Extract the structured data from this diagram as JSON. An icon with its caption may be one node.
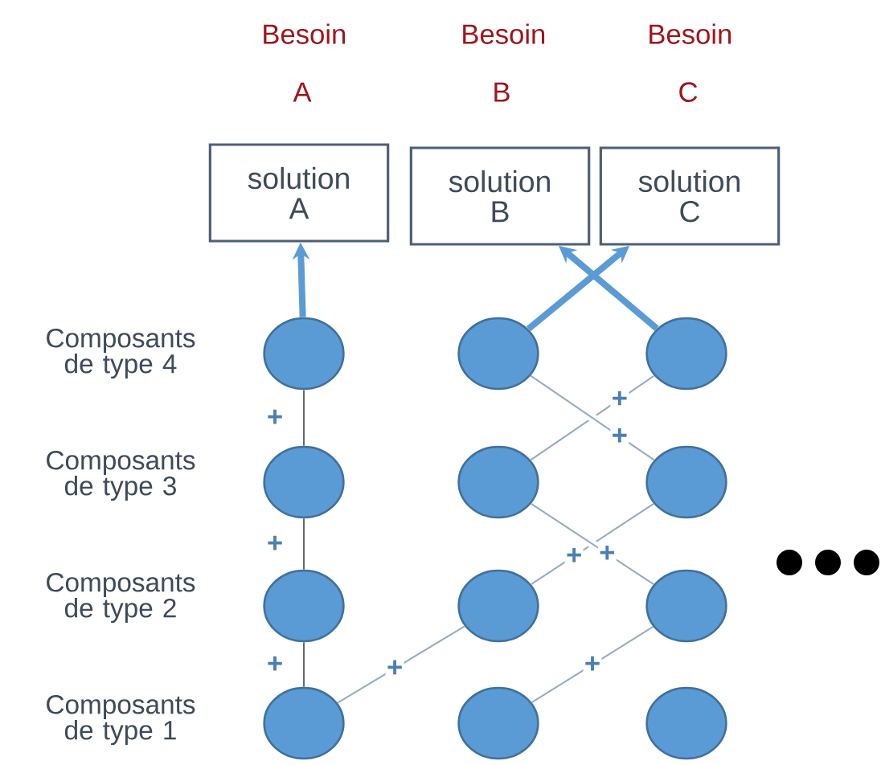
{
  "diagram": {
    "nodes": [
      {
        "text": [
          "solution A"
        ]
      },
      {
        "text": [
          "solution B"
        ]
      },
      {
        "text": [
          "solution C"
        ]
      },
      {
        "text": [],
        "shape": "circle"
      },
      {
        "text": [],
        "shape": "circle"
      },
      {
        "text": [],
        "shape": "circle"
      },
      {
        "text": [],
        "shape": "circle"
      },
      {
        "text": [],
        "shape": "circle"
      },
      {
        "text": [],
        "shape": "circle"
      },
      {
        "text": [],
        "shape": "circle"
      },
      {
        "text": [],
        "shape": "circle"
      },
      {
        "text": [],
        "shape": "circle"
      },
      {
        "text": [],
        "shape": "circle"
      },
      {
        "text": [],
        "shape": "circle"
      },
      {
        "text": [],
        "shape": "circle"
      }
    ],
    "edges": [
      {
        "from": 3,
        "to": 0,
        "arrow": "to",
        "style": "thick",
        "color": "#5b9bd5"
      },
      {
        "from": 4,
        "to": 2,
        "arrow": "to",
        "style": "thick",
        "color": "#5b9bd5"
      },
      {
        "from": 5,
        "to": 1,
        "arrow": "to",
        "style": "thick",
        "color": "#5b9bd5"
      },
      {
        "from": 3,
        "to": 6,
        "arrow": "none",
        "label": "+",
        "color": "#6b6b6b"
      },
      {
        "from": 6,
        "to": 9,
        "arrow": "none",
        "label": "+",
        "color": "#6b6b6b"
      },
      {
        "from": 9,
        "to": 12,
        "arrow": "none",
        "label": "+",
        "color": "#6b6b6b"
      },
      {
        "from": 12,
        "to": 10,
        "arrow": "none",
        "label": "+"
      },
      {
        "from": 10,
        "to": 8,
        "arrow": "none",
        "label": "+"
      },
      {
        "from": 7,
        "to": 5,
        "arrow": "none",
        "label": "+"
      },
      {
        "from": 4,
        "to": 8,
        "arrow": "none",
        "label": "+"
      },
      {
        "from": 7,
        "to": 11,
        "arrow": "none",
        "label": "+"
      },
      {
        "from": 11,
        "to": 13,
        "arrow": "none",
        "label": "+"
      }
    ],
    "labels": [
      "Besoin A",
      "Besoin B",
      "Besoin C",
      "Composants de type 4",
      "Composants de type 3",
      "Composants de type 2",
      "Composants de type 1"
    ]
  }
}
